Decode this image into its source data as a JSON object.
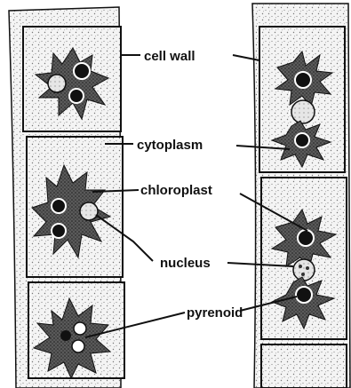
{
  "labels": {
    "cell_wall": "cell wall",
    "cytoplasm": "cytoplasm",
    "chloroplast": "chloroplast",
    "nucleus": "nucleus",
    "pyrenoid": "pyrenoid"
  },
  "colors": {
    "ink": "#111111",
    "cell_fill": "#f2f2f2",
    "stipple": "#6e6e6e",
    "chloroplast_fill": "#2a2a2a",
    "background": "#ffffff"
  }
}
